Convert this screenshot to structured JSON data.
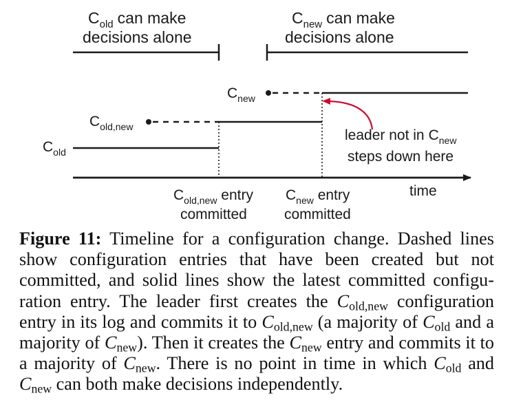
{
  "diagram": {
    "header_left": {
      "line1": "can make",
      "line2": "decisions alone",
      "c": "C",
      "sub": "old"
    },
    "header_right": {
      "line1": "can make",
      "line2": "decisions alone",
      "c": "C",
      "sub": "new"
    },
    "label_cold": {
      "c": "C",
      "sub": "old"
    },
    "label_coldnew": {
      "c": "C",
      "sub": "old,new"
    },
    "label_cnew": {
      "c": "C",
      "sub": "new"
    },
    "annotation": {
      "line1": "leader not in",
      "c": "C",
      "sub": "new",
      "line2": "steps down here"
    },
    "time_label": "time",
    "commit_coldnew": {
      "c": "C",
      "sub": "old,new",
      "rest": " entry",
      "line2": "committed"
    },
    "commit_cnew": {
      "c": "C",
      "sub": "new",
      "rest": " entry",
      "line2": "committed"
    },
    "colors": {
      "arrow": "#c8102e",
      "ink": "#1a1a1a"
    }
  },
  "caption": {
    "figure_label": "Figure 11:",
    "p1": " Timeline for a configuration change. Dashed lines show configuration entries that have been created but not committed, and solid lines show the latest committed configu-ration entry. The leader first creates the ",
    "c1": "C",
    "c1_sub": "old,new",
    "p2": " configuration entry in its log and commits it to ",
    "c2": "C",
    "c2_sub": "old,new",
    "p3": " (a majority of ",
    "c3": "C",
    "c3_sub": "old",
    "p4": " and a majority of ",
    "c4": "C",
    "c4_sub": "new",
    "p5": "). Then it creates the ",
    "c5": "C",
    "c5_sub": "new",
    "p6": " entry and commits it to a majority of ",
    "c6": "C",
    "c6_sub": "new",
    "p7": ". There is no point in time in which ",
    "c7": "C",
    "c7_sub": "old",
    "p8": " and ",
    "c8": "C",
    "c8_sub": "new",
    "p9": " can both make decisions independently."
  }
}
